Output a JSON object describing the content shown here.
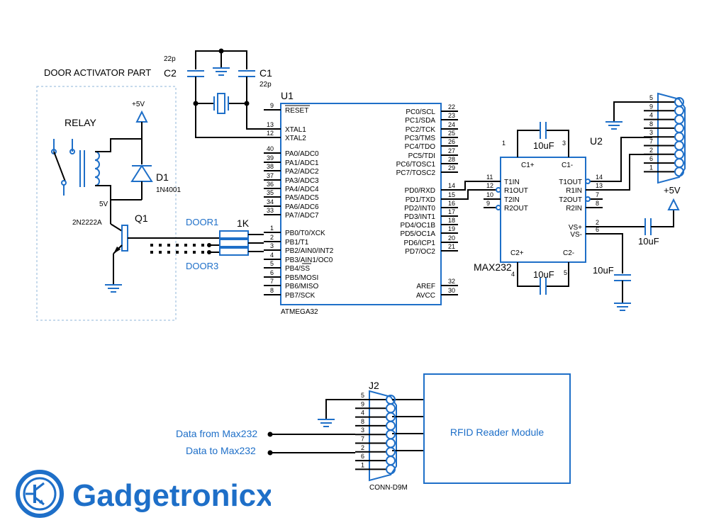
{
  "door_activator": {
    "title": "DOOR ACTIVATOR PART",
    "relay_label": "RELAY",
    "supply": "+5V",
    "v5": "5V",
    "diode_ref": "D1",
    "diode_part": "1N4001",
    "transistor_ref": "Q1",
    "transistor_part": "2N2222A"
  },
  "crystal": {
    "c2_ref": "C2",
    "c2_val": "22p",
    "c1_ref": "C1",
    "c1_val": "22p"
  },
  "resistor": {
    "value": "1K"
  },
  "door_labels": {
    "door1": "DOOR1",
    "door3": "DOOR3"
  },
  "mcu": {
    "ref": "U1",
    "part": "ATMEGA32",
    "left_pins": [
      {
        "num": "9",
        "name": "RESET"
      },
      {
        "num": "13",
        "name": "XTAL1"
      },
      {
        "num": "12",
        "name": "XTAL2"
      },
      {
        "num": "40",
        "name": "PA0/ADC0"
      },
      {
        "num": "39",
        "name": "PA1/ADC1"
      },
      {
        "num": "38",
        "name": "PA2/ADC2"
      },
      {
        "num": "37",
        "name": "PA3/ADC3"
      },
      {
        "num": "36",
        "name": "PA4/ADC4"
      },
      {
        "num": "35",
        "name": "PA5/ADC5"
      },
      {
        "num": "34",
        "name": "PA6/ADC6"
      },
      {
        "num": "33",
        "name": "PA7/ADC7"
      },
      {
        "num": "1",
        "name": "PB0/T0/XCK"
      },
      {
        "num": "2",
        "name": "PB1/T1"
      },
      {
        "num": "3",
        "name": "PB2/AIN0/INT2"
      },
      {
        "num": "4",
        "name": "PB3/AIN1/OC0"
      },
      {
        "num": "5",
        "name": "PB4/SS"
      },
      {
        "num": "6",
        "name": "PB5/MOSI"
      },
      {
        "num": "7",
        "name": "PB6/MISO"
      },
      {
        "num": "8",
        "name": "PB7/SCK"
      }
    ],
    "right_pins": [
      {
        "num": "22",
        "name": "PC0/SCL"
      },
      {
        "num": "23",
        "name": "PC1/SDA"
      },
      {
        "num": "24",
        "name": "PC2/TCK"
      },
      {
        "num": "25",
        "name": "PC3/TMS"
      },
      {
        "num": "26",
        "name": "PC4/TDO"
      },
      {
        "num": "27",
        "name": "PC5/TDI"
      },
      {
        "num": "28",
        "name": "PC6/TOSC1"
      },
      {
        "num": "29",
        "name": "PC7/TOSC2"
      },
      {
        "num": "14",
        "name": "PD0/RXD"
      },
      {
        "num": "15",
        "name": "PD1/TXD"
      },
      {
        "num": "16",
        "name": "PD2/INT0"
      },
      {
        "num": "17",
        "name": "PD3/INT1"
      },
      {
        "num": "18",
        "name": "PD4/OC1B"
      },
      {
        "num": "19",
        "name": "PD5/OC1A"
      },
      {
        "num": "20",
        "name": "PD6/ICP1"
      },
      {
        "num": "21",
        "name": "PD7/OC2"
      },
      {
        "num": "32",
        "name": "AREF"
      },
      {
        "num": "30",
        "name": "AVCC"
      }
    ]
  },
  "max232": {
    "ref": "U2",
    "part": "MAX232",
    "left_pins": [
      {
        "num": "11",
        "name": "T1IN"
      },
      {
        "num": "12",
        "name": "R1OUT"
      },
      {
        "num": "10",
        "name": "T2IN"
      },
      {
        "num": "9",
        "name": "R2OUT"
      }
    ],
    "right_pins": [
      {
        "num": "14",
        "name": "T1OUT"
      },
      {
        "num": "13",
        "name": "R1IN"
      },
      {
        "num": "7",
        "name": "T2OUT"
      },
      {
        "num": "8",
        "name": "R2IN"
      },
      {
        "num": "2",
        "name": "VS+"
      },
      {
        "num": "6",
        "name": "VS-"
      }
    ],
    "top_labels": {
      "c1p": "C1+",
      "c1m": "C1-",
      "p1": "1",
      "p3": "3"
    },
    "bottom_labels": {
      "c2p": "C2+",
      "c2m": "C2-",
      "p4": "4",
      "p5": "5"
    },
    "cap_value": "10uF"
  },
  "db9_top": {
    "pins": [
      "5",
      "9",
      "4",
      "8",
      "3",
      "7",
      "2",
      "6",
      "1"
    ],
    "supply": "+5V"
  },
  "db9_bottom": {
    "ref": "J2",
    "part": "CONN-D9M",
    "pins": [
      "5",
      "9",
      "4",
      "8",
      "3",
      "7",
      "2",
      "6",
      "1"
    ]
  },
  "bottom_labels": {
    "data_from": "Data from Max232",
    "data_to": "Data to Max232"
  },
  "rfid": {
    "label": "RFID Reader Module"
  },
  "logo": {
    "text": "Gadgetronicx",
    "color": "#1e6fc8"
  }
}
